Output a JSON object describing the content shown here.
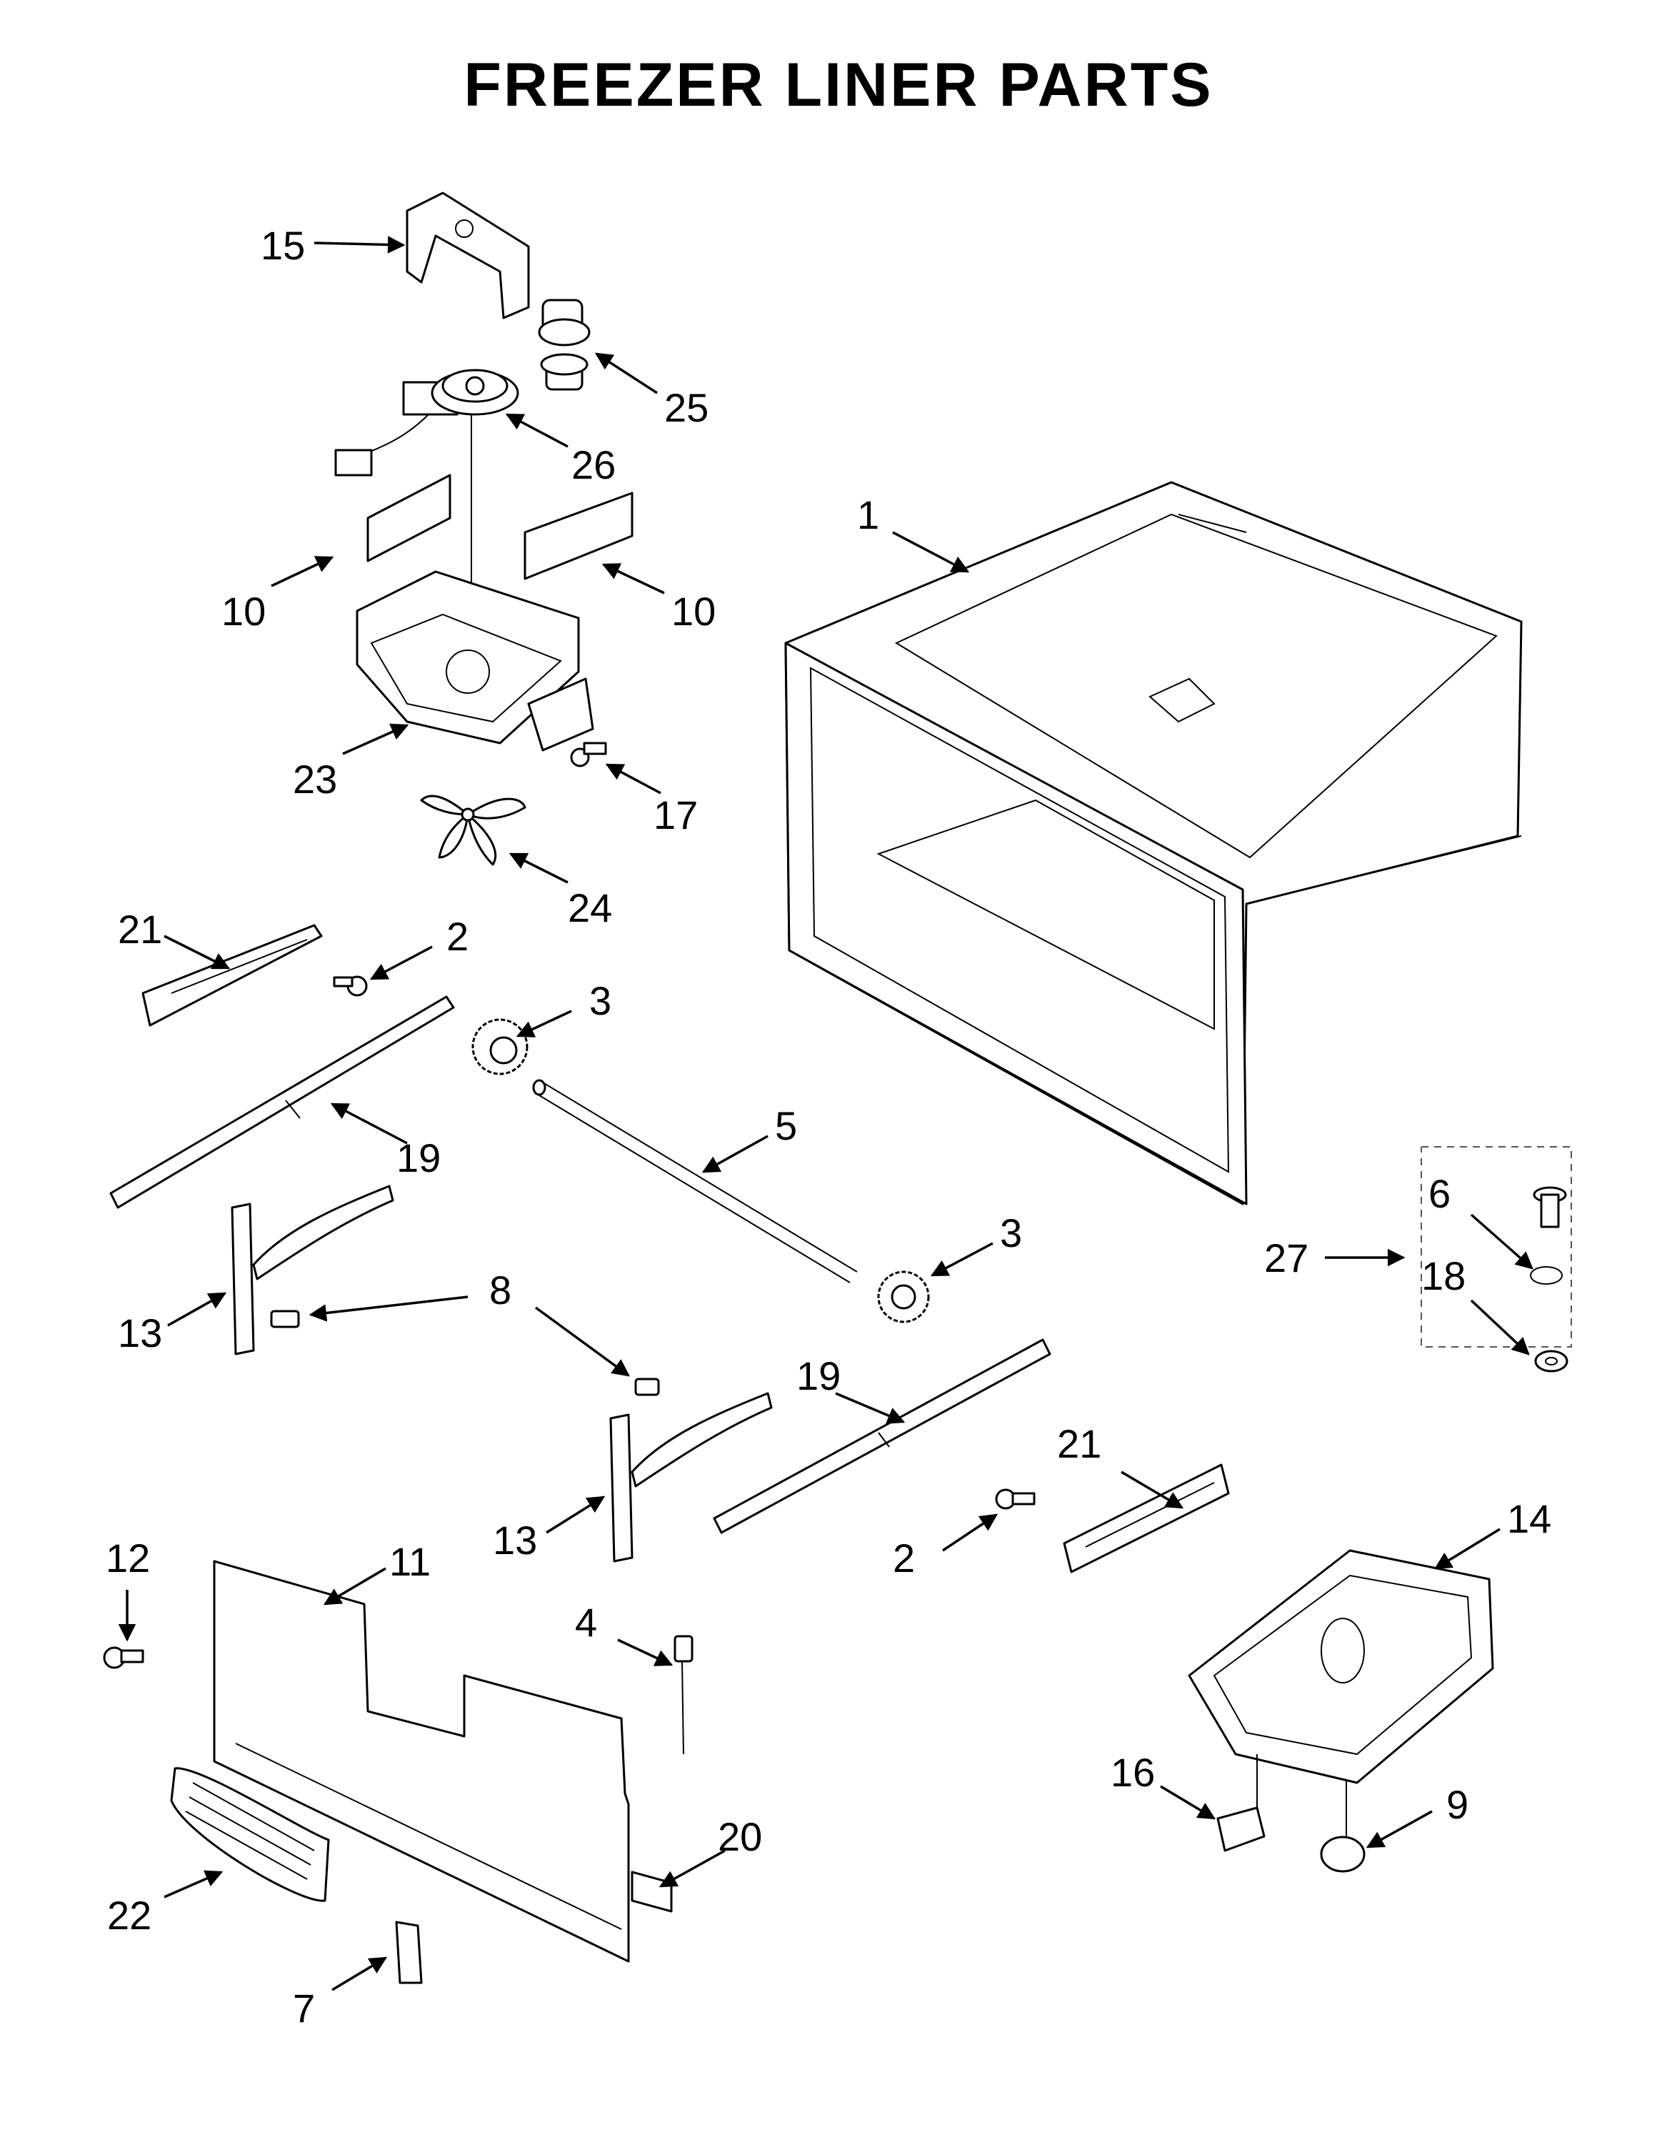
{
  "title": "FREEZER LINER PARTS",
  "callouts": {
    "c15": "15",
    "c25": "25",
    "c26": "26",
    "c1": "1",
    "c10a": "10",
    "c10b": "10",
    "c23": "23",
    "c17": "17",
    "c24": "24",
    "c21a": "21",
    "c2a": "2",
    "c3a": "3",
    "c19a": "19",
    "c5": "5",
    "c3b": "3",
    "c6": "6",
    "c27": "27",
    "c18": "18",
    "c13a": "13",
    "c8": "8",
    "c19b": "19",
    "c21b": "21",
    "c13b": "13",
    "c2b": "2",
    "c14": "14",
    "c12": "12",
    "c11": "11",
    "c4": "4",
    "c16": "16",
    "c9": "9",
    "c20": "20",
    "c22": "22",
    "c7": "7"
  }
}
